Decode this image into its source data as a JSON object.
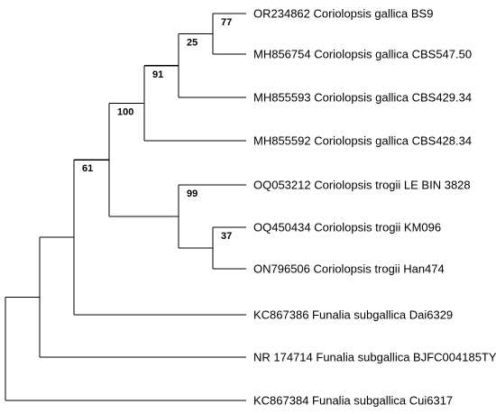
{
  "tree": {
    "leaves": [
      {
        "id": "l1",
        "label": "OR234862 Coriolopsis gallica BS9"
      },
      {
        "id": "l2",
        "label": "MH856754 Coriolopsis gallica CBS547.50"
      },
      {
        "id": "l3",
        "label": "MH855593 Coriolopsis gallica CBS429.34"
      },
      {
        "id": "l4",
        "label": "MH855592 Coriolopsis gallica CBS428.34"
      },
      {
        "id": "l5",
        "label": "OQ053212 Coriolopsis trogii LE BIN 3828"
      },
      {
        "id": "l6",
        "label": "OQ450434 Coriolopsis trogii KM096"
      },
      {
        "id": "l7",
        "label": "ON796506 Coriolopsis trogii Han474"
      },
      {
        "id": "l8",
        "label": "KC867386 Funalia subgallica Dai6329"
      },
      {
        "id": "l9",
        "label": "NR 174714 Funalia subgallica BJFC004185TYPE"
      },
      {
        "id": "l10",
        "label": "KC867384 Funalia subgallica Cui6317"
      }
    ],
    "clades": [
      {
        "id": "c77",
        "support": "77",
        "children": [
          "l1",
          "l2"
        ]
      },
      {
        "id": "c25",
        "support": "25",
        "children": [
          "c77",
          "l3"
        ]
      },
      {
        "id": "c91",
        "support": "91",
        "children": [
          "c25",
          "l4"
        ]
      },
      {
        "id": "c37",
        "support": "37",
        "children": [
          "l6",
          "l7"
        ]
      },
      {
        "id": "c99",
        "support": "99",
        "children": [
          "l5",
          "c37"
        ]
      },
      {
        "id": "c100",
        "support": "100",
        "children": [
          "c91",
          "c99"
        ]
      },
      {
        "id": "c61",
        "support": "61",
        "children": [
          "c100",
          "l8"
        ]
      },
      {
        "id": "cA",
        "support": "",
        "children": [
          "c61",
          "l9"
        ]
      },
      {
        "id": "root",
        "support": "",
        "children": [
          "cA",
          "l10"
        ]
      }
    ]
  }
}
